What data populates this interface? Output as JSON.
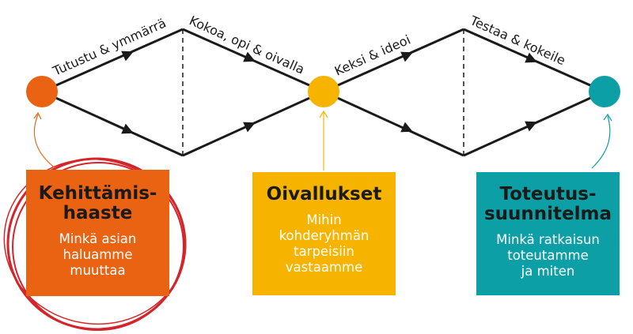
{
  "stages": {
    "understand": "Tutustu & ymmärrä",
    "gather": "Kokoa, opi & oivalla",
    "ideate": "Keksi & ideoi",
    "test": "Testaa & kokeile"
  },
  "boxes": {
    "challenge": {
      "title": "Kehittämis-\nhaaste",
      "description": "Minkä asian\nhaluamme\nmuuttaa"
    },
    "insights": {
      "title": "Oivallukset",
      "description": "Mihin\nkohderyhmän\ntarpeisiin\nvastaamme"
    },
    "plan": {
      "title": "Toteutus-\nsuunnitelma",
      "description": "Minkä ratkaisun\ntoteutamme\nja miten"
    }
  },
  "colors": {
    "orange": "#e96313",
    "yellow": "#f6b400",
    "teal": "#0c9fa6",
    "red_circle": "#d3252b",
    "line": "#1a1a1a"
  }
}
